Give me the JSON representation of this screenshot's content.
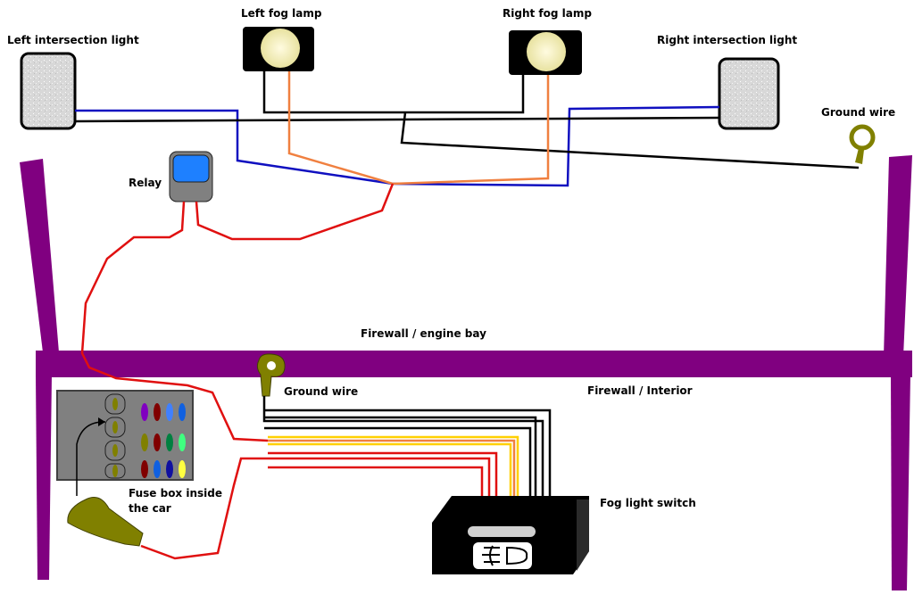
{
  "labels": {
    "left_intersection": "Left intersection light",
    "left_fog": "Left fog lamp",
    "right_fog": "Right fog lamp",
    "right_intersection": "Right intersection light",
    "ground_wire_top": "Ground wire",
    "relay": "Relay",
    "firewall_engine": "Firewall / engine bay",
    "ground_wire_bottom": "Ground wire",
    "firewall_interior": "Firewall / Interior",
    "fuse_box_line1": "Fuse box inside",
    "fuse_box_line2": "the car",
    "switch": "Fog light switch"
  },
  "colors": {
    "firewall": "#800080",
    "wire_blue": "#1010c0",
    "wire_black": "#000000",
    "wire_orange": "#f08040",
    "wire_red": "#e01010",
    "wire_yellow": "#ffd000",
    "ground_terminal": "#808000",
    "relay_body": "#808080",
    "relay_top": "#1e80ff",
    "fuse_box": "#808080"
  },
  "icons": {
    "fog_switch_symbol": "fog-light-icon"
  }
}
